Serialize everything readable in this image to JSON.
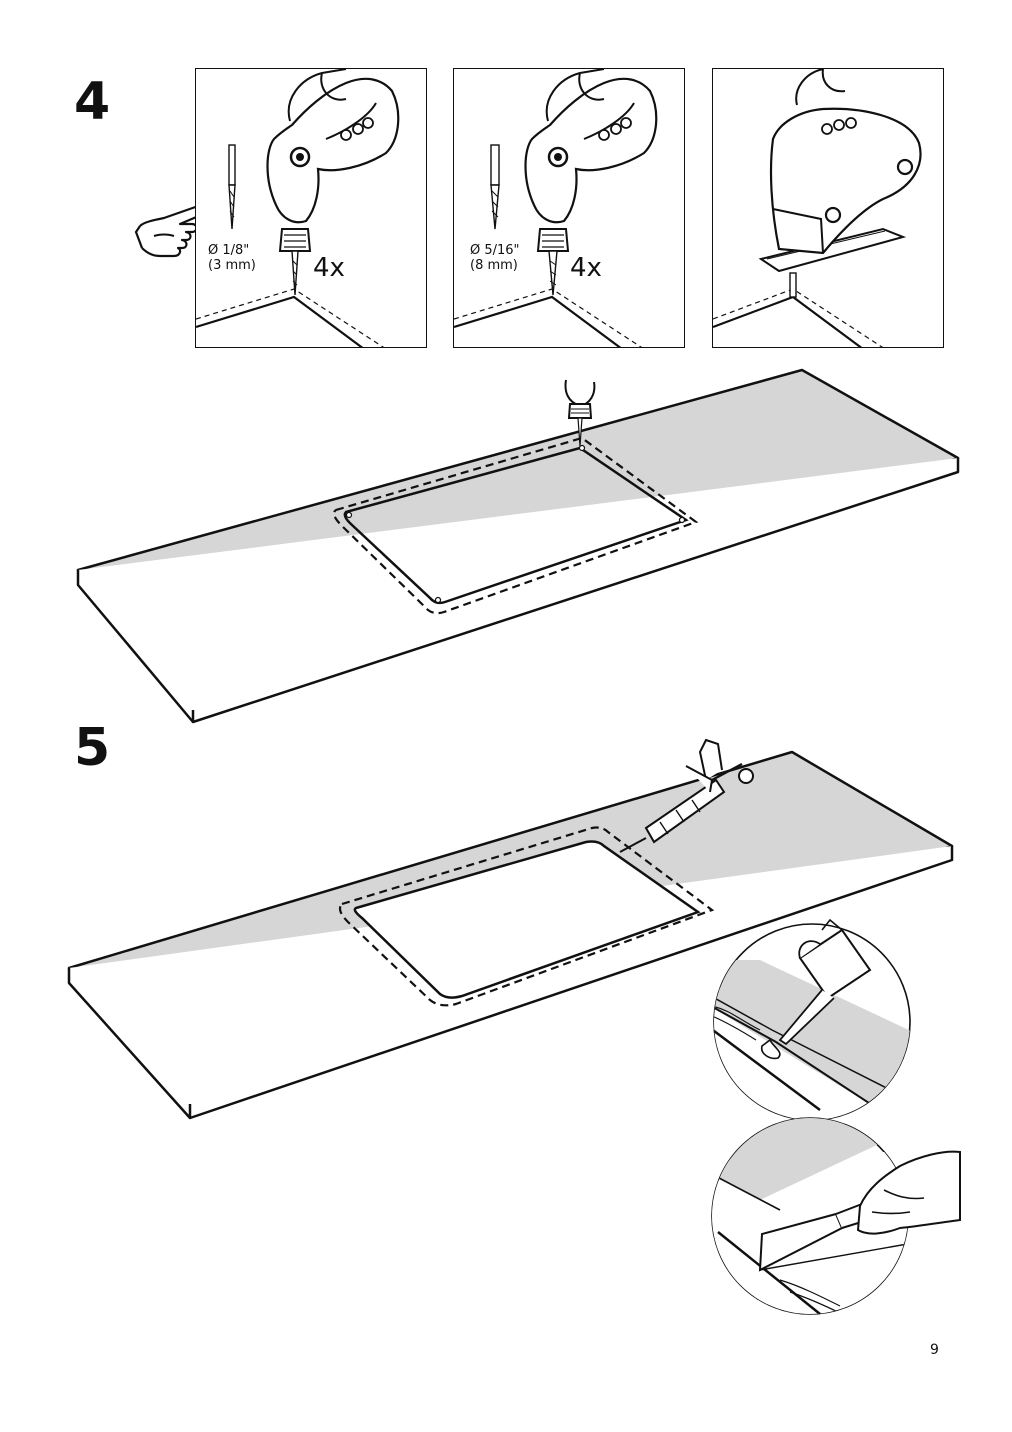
{
  "page": {
    "number": "9"
  },
  "steps": [
    {
      "number": "4",
      "panels": [
        {
          "bit_size": "Ø 1/8\"",
          "bit_size_metric": "(3 mm)",
          "count": "4x",
          "tool": "drill-icon"
        },
        {
          "bit_size": "Ø 5/16\"",
          "bit_size_metric": "(8 mm)",
          "count": "4x",
          "tool": "drill-icon"
        },
        {
          "tool": "jigsaw-icon"
        }
      ],
      "note_icon": "pointing-hand-icon"
    },
    {
      "number": "5",
      "tools": [
        "caulk-gun-icon",
        "sealant-tube-icon",
        "putty-knife-icon"
      ]
    }
  ],
  "colors": {
    "board_fill": "#d6d6d6",
    "line": "#111111"
  }
}
